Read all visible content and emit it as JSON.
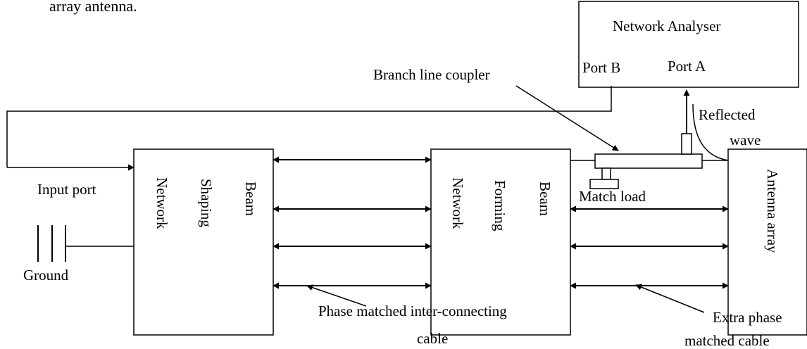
{
  "header_fragment": "array antenna.",
  "labels": {
    "network_analyser": "Network Analyser",
    "port_b": "Port B",
    "port_a": "Port A",
    "branch_line_coupler": "Branch line coupler",
    "reflected": "Reflected",
    "wave": "wave",
    "input_port": "Input port",
    "ground": "Ground",
    "match_load": "Match load",
    "phase_matched_1": "Phase matched inter-connecting",
    "phase_matched_2": "cable",
    "extra_phase_1": "Extra phase",
    "extra_phase_2": "matched cable"
  },
  "blocks": {
    "beam_shaping": [
      "Beam",
      "Shaping",
      "Network"
    ],
    "beam_forming": [
      "Beam",
      "Forming",
      "Network"
    ],
    "antenna_array": "Antenna array"
  }
}
